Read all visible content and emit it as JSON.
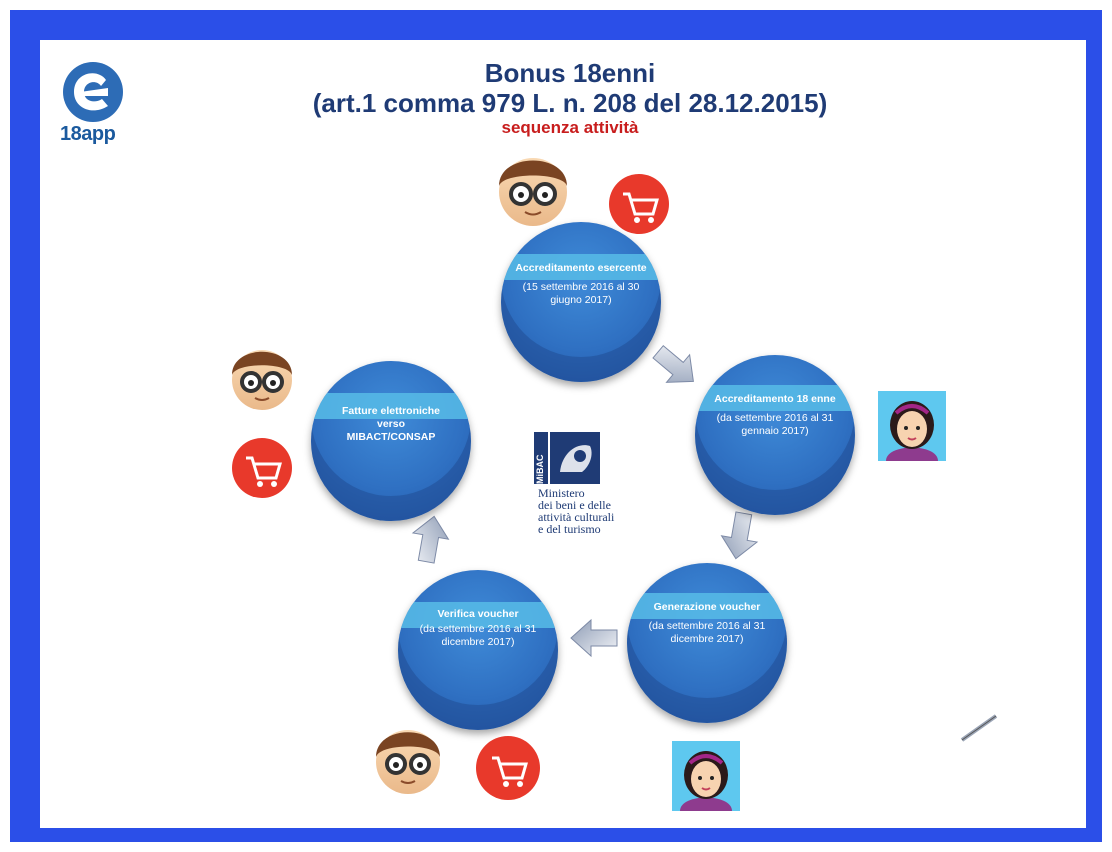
{
  "logo": {
    "text": "18app"
  },
  "header": {
    "title_line1": "Bonus 18enni",
    "title_line2": "(art.1 comma 979 L. n. 208 del 28.12.2015)",
    "subtitle": "sequenza attività"
  },
  "steps": [
    {
      "title": "Accreditamento esercente",
      "detail": "(15 settembre 2016 al 30 giugno 2017)"
    },
    {
      "title": "Accreditamento 18 enne",
      "detail": "(da settembre 2016 al 31 gennaio  2017)"
    },
    {
      "title": "Generazione voucher",
      "detail": "(da settembre 2016 al 31 dicembre 2017)"
    },
    {
      "title": "Verifica voucher",
      "detail": "(da settembre 2016 al 31 dicembre 2017)"
    },
    {
      "title": "Fatture elettroniche verso MIBACT/CONSAP",
      "detail": ""
    }
  ],
  "ministry": {
    "logo_text": "MiBAC",
    "lines": [
      "Ministero",
      "dei beni e delle",
      "attività culturali",
      "e del turismo"
    ]
  },
  "colors": {
    "frame": "#2b4fe8",
    "title": "#1f3b75",
    "subtitle": "#c81d1d",
    "circle": "#2f70c2",
    "band": "#55b8e6",
    "cart": "#e8392b"
  },
  "icons": [
    "merchant-avatar-icon",
    "shopping-cart-icon",
    "girl-avatar-icon",
    "flow-arrow-icon",
    "mibac-logo-icon",
    "pen-icon"
  ]
}
